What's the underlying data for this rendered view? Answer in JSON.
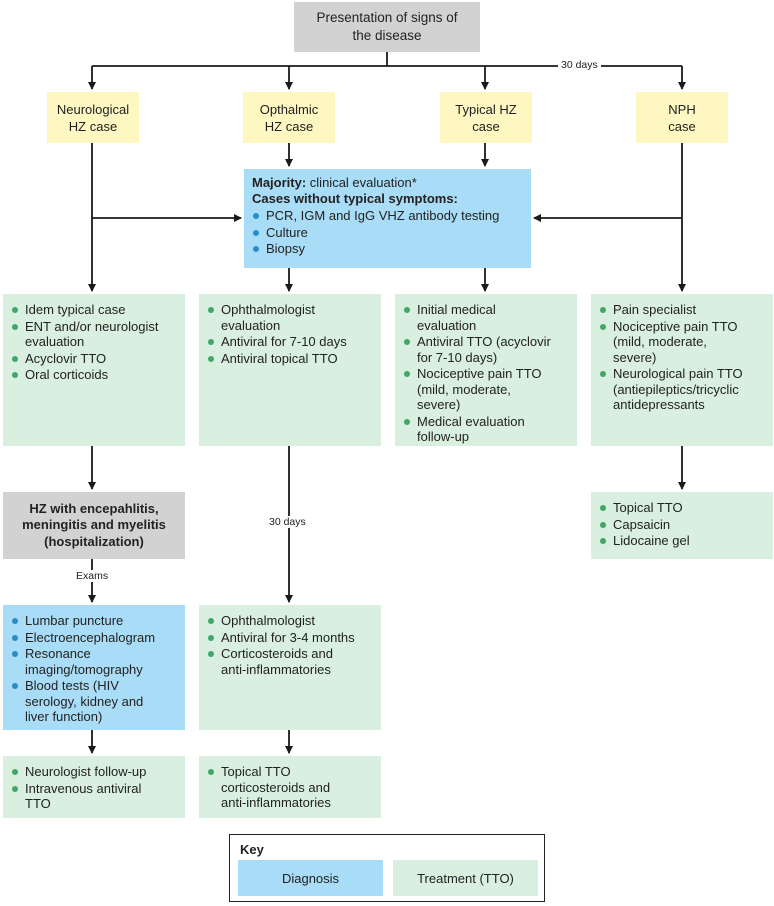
{
  "nodes": {
    "presentation": "Presentation of signs of\nthe disease",
    "neuro": "Neurological\nHZ case",
    "ophth": "Opthalmic\nHZ case",
    "typical": "Typical HZ\ncase",
    "nph": "NPH\ncase",
    "encephalitis": "HZ with encepahlitis,\nmeningitis and myelitis\n(hospitalization)"
  },
  "diagnosis_center": {
    "majority_bold": "Majority:",
    "majority_text": "clinical evaluation*",
    "cases_heading": "Cases without typical symptoms:",
    "items": [
      "PCR, IGM and IgG VHZ antibody testing",
      "Culture",
      "Biopsy"
    ]
  },
  "treatments": {
    "neuro": [
      "Idem typical case",
      "ENT and/or neurologist\nevaluation",
      "Acyclovir TTO",
      "Oral corticoids"
    ],
    "ophth": [
      "Ophthalmologist\nevaluation",
      "Antiviral for 7-10 days",
      "Antiviral topical TTO"
    ],
    "typical": [
      "Initial medical\nevaluation",
      "Antiviral TTO (acyclovir\nfor 7-10 days)",
      "Nociceptive pain TTO\n(mild, moderate,\nsevere)",
      "Medical evaluation\nfollow-up"
    ],
    "nph": [
      "Pain specialist",
      "Nociceptive pain TTO\n(mild, moderate,\nsevere)",
      "Neurological pain TTO\n(antiepileptics/tricyclic\nantidepressants"
    ],
    "nph_topical": [
      "Topical TTO",
      "Capsaicin",
      "Lidocaine gel"
    ],
    "ophth_followup": [
      "Ophthalmologist",
      "Antiviral for 3-4 months",
      "Corticosteroids and\nanti-inflammatories"
    ],
    "ophth_topical": [
      "Topical TTO\ncorticosteroids and\nanti-inflammatories"
    ],
    "neuro_followup": [
      "Neurologist follow-up",
      "Intravenous antiviral\nTTO"
    ]
  },
  "exams_diagnosis": [
    "Lumbar puncture",
    "Electroencephalogram",
    "Resonance\nimaging/tomography",
    "Blood tests (HIV\nserology, kidney and\nliver function)"
  ],
  "edge_labels": {
    "days_top": "30 days",
    "days_ophth": "30 days",
    "exams": "Exams"
  },
  "key": {
    "title": "Key",
    "diagnosis": "Diagnosis",
    "treatment": "Treatment (TTO)"
  },
  "colors": {
    "gray": "#d2d2d2",
    "yellow": "#fff7c2",
    "diagnosis": "#a9dcf6",
    "treatment": "#d9efdf",
    "bullet_green": "#3ea866",
    "bullet_blue": "#2a8bc9"
  }
}
